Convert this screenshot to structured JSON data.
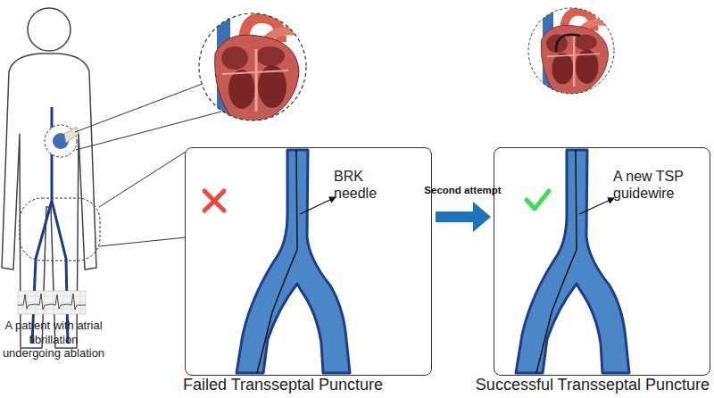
{
  "diagram": {
    "nodes": [
      {
        "text": [
          "BRK needle",
          "Failed Transseptal Puncture"
        ]
      },
      {
        "text": [
          "A new TSP guidewire",
          "Successful Transseptal Puncture"
        ]
      }
    ],
    "edges": [
      {
        "from": 0,
        "to": 1,
        "arrow": "to",
        "label": "Second attempt"
      }
    ],
    "labels": [
      "A patient with atrial fibrillation undergoing ablation"
    ]
  }
}
